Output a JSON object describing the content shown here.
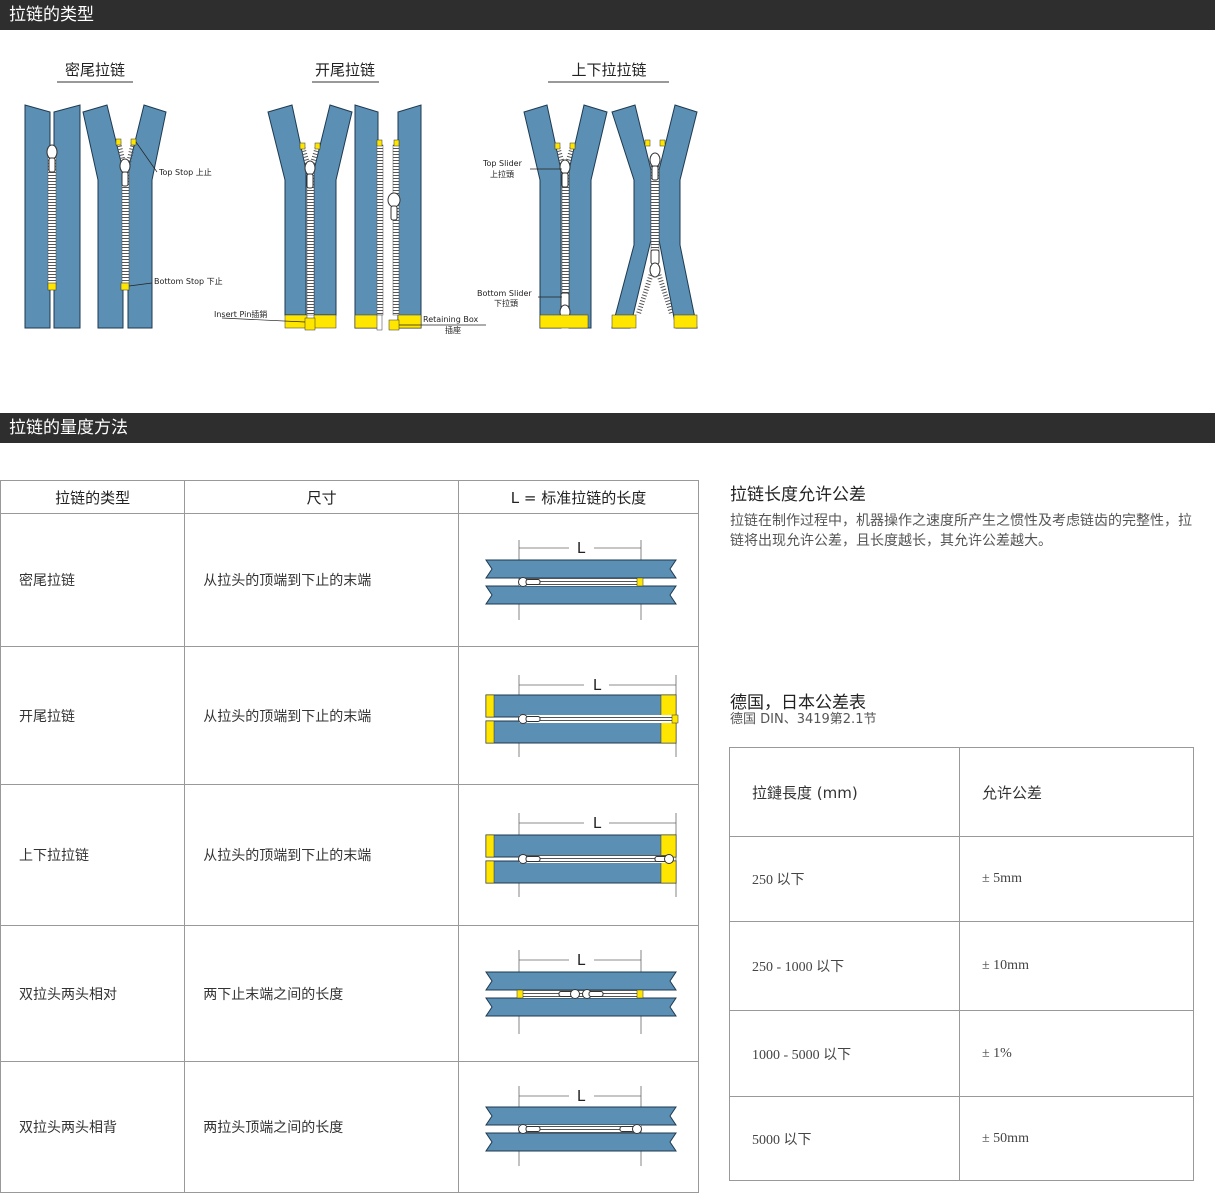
{
  "section1": {
    "title": "拉链的类型"
  },
  "section2": {
    "title": "拉链的量度方法"
  },
  "diagram": {
    "captions": [
      "密尾拉链",
      "开尾拉链",
      "上下拉拉链"
    ],
    "labels": {
      "top_stop": "Top Stop 上止",
      "bottom_stop": "Bottom Stop 下止",
      "insert_pin": "Insert Pin插銷",
      "retaining_box": "Retaining Box",
      "retaining_box_cn": "插座",
      "top_slider": "Top Slider",
      "top_slider_cn": "上拉頭",
      "bottom_slider": "Bottom Slider",
      "bottom_slider_cn": "下拉頭"
    }
  },
  "table": {
    "headers": [
      "拉链的类型",
      "尺寸",
      "L = 标准拉链的长度"
    ],
    "length_symbol": "L",
    "rows": [
      {
        "type": "密尾拉链",
        "size": "从拉头的顶端到下止的末端"
      },
      {
        "type": "开尾拉链",
        "size": "从拉头的顶端到下止的末端"
      },
      {
        "type": "上下拉拉链",
        "size": "从拉头的顶端到下止的末端"
      },
      {
        "type": "双拉头两头相对",
        "size": "两下止末端之间的长度"
      },
      {
        "type": "双拉头两头相背",
        "size": "两拉头顶端之间的长度"
      }
    ]
  },
  "tolerance_note": {
    "title": "拉链长度允许公差",
    "text": "拉链在制作过程中，机器操作之速度所产生之惯性及考虑链齿的完整性，拉链将出现允许公差，且长度越长，其允许公差越大。"
  },
  "tolerance_table": {
    "title": "德国，日本公差表",
    "subtitle": "德国 DIN、3419第2.1节",
    "headers": [
      "拉鏈長度 (mm)",
      "允许公差"
    ],
    "rows": [
      [
        "250 以下",
        "± 5mm"
      ],
      [
        "250 - 1000 以下",
        "± 10mm"
      ],
      [
        "1000 - 5000 以下",
        "± 1%"
      ],
      [
        "5000 以下",
        "± 50mm"
      ]
    ]
  },
  "colors": {
    "tape": "#5b8fb3",
    "stop": "#ffe600",
    "header_bar": "#2e2e2e"
  }
}
